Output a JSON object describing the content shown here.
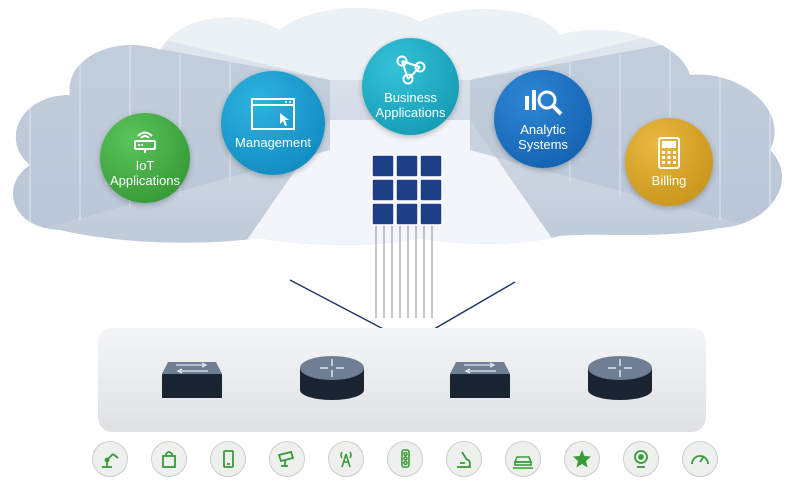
{
  "apps": {
    "iot": {
      "label": "IoT\nApplications",
      "icon": "iot-router-icon"
    },
    "management": {
      "label": "Management",
      "icon": "window-cursor-icon"
    },
    "business": {
      "label": "Business\nApplications",
      "icon": "network-nodes-icon"
    },
    "analytic": {
      "label": "Analytic\nSystems",
      "icon": "analytics-magnifier-icon"
    },
    "billing": {
      "label": "Billing",
      "icon": "calculator-icon"
    }
  },
  "network": {
    "devices": [
      {
        "type": "switch",
        "icon": "switch-icon"
      },
      {
        "type": "router",
        "icon": "router-icon"
      },
      {
        "type": "switch",
        "icon": "switch-icon"
      },
      {
        "type": "router",
        "icon": "router-icon"
      }
    ]
  },
  "endpoints": [
    "robot-arm-icon",
    "shopping-bag-icon",
    "smartphone-icon",
    "security-camera-icon",
    "cell-tower-icon",
    "traffic-light-icon",
    "microscope-icon",
    "car-icon",
    "police-badge-icon",
    "webcam-icon",
    "speedometer-icon"
  ],
  "colors": {
    "iot": "#3aa53a",
    "management": "#1596cc",
    "business": "#1aa8c0",
    "analytic": "#1a6fc0",
    "billing": "#d4a020",
    "endpoint_icon": "#3a9a3a",
    "connector": "#1e3a6e"
  }
}
